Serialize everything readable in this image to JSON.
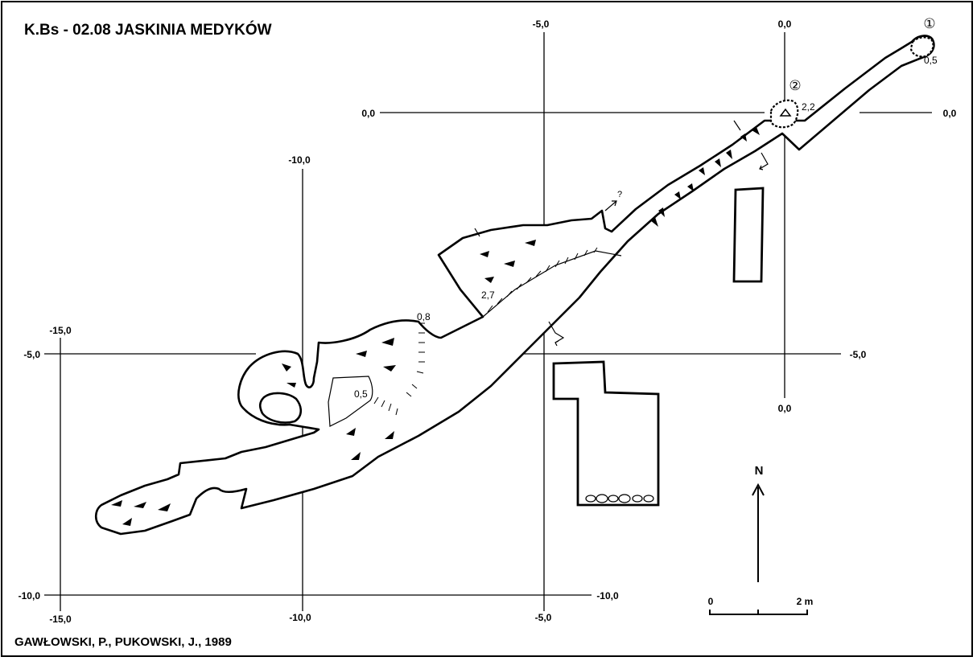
{
  "title": "K.Bs - 02.08 JASKINIA MEDYKÓW",
  "credit": "GAWŁOWSKI, P., PUKOWSKI, J., 1989",
  "grid": {
    "x_labels": [
      "-15,0",
      "-10,0",
      "-5,0",
      "0,0"
    ],
    "y_labels": [
      "0,0",
      "-5,0",
      "-10,0"
    ],
    "bottom_labels": [
      "-15,0",
      "-10,0",
      "-5,0"
    ],
    "top_labels": [
      "-5,0",
      "0,0"
    ],
    "right_labels": [
      "0,0",
      "-5,0"
    ],
    "mid_label": "0,0"
  },
  "annotations": {
    "depth_1": "0,5",
    "depth_2": "2,2",
    "depth_3": "2,7",
    "depth_4": "0,8",
    "depth_5": "0,5",
    "question": "?"
  },
  "markers": {
    "m1": "①",
    "m2": "②"
  },
  "north": "N",
  "scale": {
    "start": "0",
    "end": "2 m"
  }
}
